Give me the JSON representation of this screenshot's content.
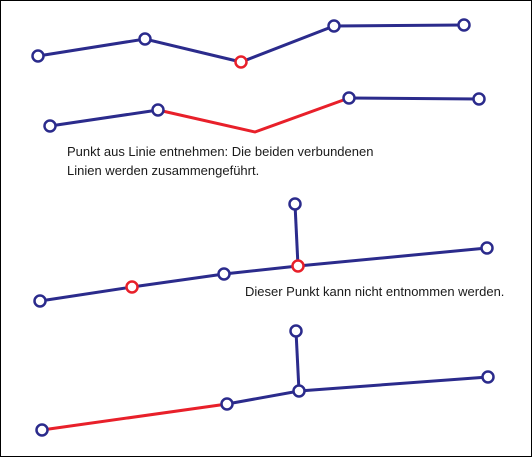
{
  "colors": {
    "line": "#2b2b8c",
    "highlight": "#e8202a",
    "background": "#ffffff"
  },
  "captions": {
    "remove_line1": "Punkt aus Linie entnehmen: Die beiden verbundenen",
    "remove_line2": "Linien werden zusammengeführt.",
    "cannot_remove": "Dieser Punkt kann nicht entnommen werden."
  }
}
